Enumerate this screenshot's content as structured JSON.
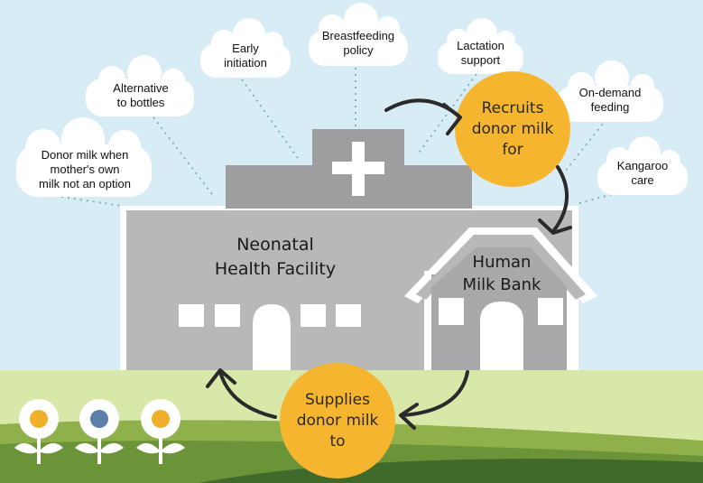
{
  "facility": {
    "label": "Neonatal\nHealth Facility"
  },
  "milk_bank": {
    "label": "Human\nMilk Bank"
  },
  "process": {
    "recruits": "Recruits\ndonor milk\nfor",
    "supplies": "Supplies\ndonor milk\nto"
  },
  "practices": [
    {
      "id": "donor-milk",
      "label": "Donor milk when\nmother's own\nmilk not an option"
    },
    {
      "id": "alternative-bottles",
      "label": "Alternative\nto bottles"
    },
    {
      "id": "early-initiation",
      "label": "Early\ninitiation"
    },
    {
      "id": "breastfeeding-policy",
      "label": "Breastfeeding\npolicy"
    },
    {
      "id": "lactation-support",
      "label": "Lactation\nsupport"
    },
    {
      "id": "on-demand-feeding",
      "label": "On-demand\nfeeding"
    },
    {
      "id": "kangaroo-care",
      "label": "Kangaroo\ncare"
    }
  ],
  "colors": {
    "sky": "#d8ecf6",
    "building": "#b8b8b9",
    "building_dark": "#9e9ea0",
    "window": "#ffffff",
    "circle": "#f6b52e",
    "grass_light": "#d7e8a8",
    "grass_mid": "#8fb04a",
    "grass_dark": "#3f6a2c",
    "flower_center_1": "#f0b02c",
    "flower_center_2": "#5c7fa8",
    "flower_center_3": "#f0b02c"
  }
}
